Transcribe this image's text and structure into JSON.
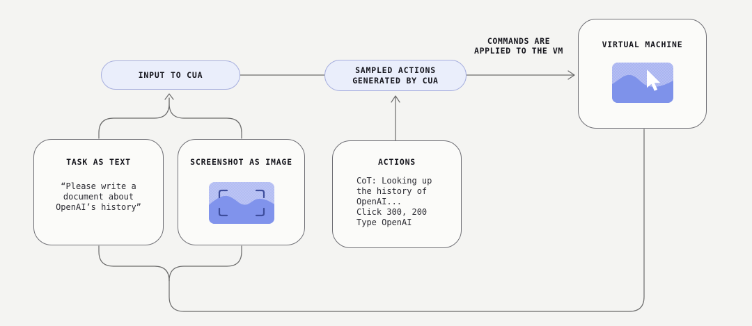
{
  "diagram": {
    "pills": {
      "input": {
        "label": "INPUT TO CUA"
      },
      "sampled": {
        "lines": [
          "SAMPLED ACTIONS",
          "GENERATED BY CUA"
        ]
      }
    },
    "vm_annotation": {
      "lines": [
        "COMMANDS ARE",
        "APPLIED TO THE VM"
      ]
    },
    "boxes": {
      "task": {
        "title": "TASK AS TEXT",
        "body": [
          "“Please write a",
          "document about",
          "OpenAI’s history”"
        ]
      },
      "screenshot": {
        "title": "SCREENSHOT AS IMAGE",
        "icon": "screenshot-thumbnail-with-viewfinder"
      },
      "actions": {
        "title": "ACTIONS",
        "body": [
          "CoT: Looking up",
          "the history of",
          "OpenAI...",
          "Click 300, 200",
          "Type OpenAI"
        ]
      },
      "vm": {
        "title": "VIRTUAL MACHINE",
        "icon": "screen-thumbnail-with-cursor"
      }
    },
    "colors": {
      "background": "#f4f4f2",
      "box_fill": "#fbfbf9",
      "box_border": "#6d6d73",
      "pill_fill": "#eaeefb",
      "pill_border": "#a6aede",
      "connector": "#6a6a6a",
      "text": "#15151c",
      "thumb_light": "#b3bdf2",
      "thumb_wave": "#8093ec",
      "viewfinder": "#3d4d9c",
      "cursor": "#ffffff"
    }
  }
}
